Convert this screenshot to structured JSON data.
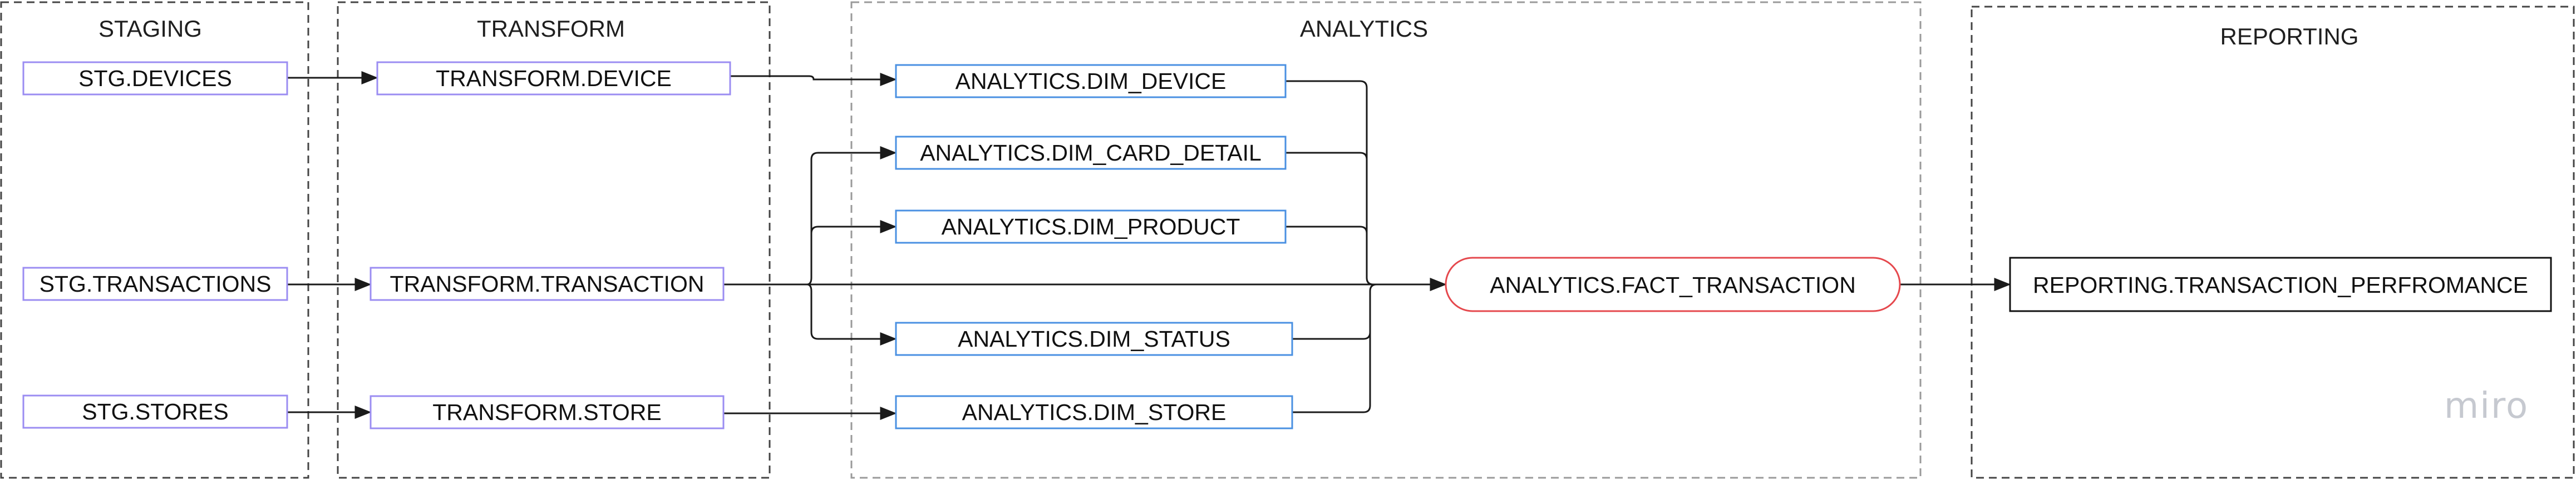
{
  "groups": [
    {
      "id": "staging",
      "title": "STAGING"
    },
    {
      "id": "transform",
      "title": "TRANSFORM"
    },
    {
      "id": "analytics",
      "title": "ANALYTICS"
    },
    {
      "id": "reporting",
      "title": "REPORTING"
    }
  ],
  "nodes": [
    {
      "id": "stg-devices",
      "label": "STG.DEVICES",
      "group": "staging"
    },
    {
      "id": "stg-transactions",
      "label": "STG.TRANSACTIONS",
      "group": "staging"
    },
    {
      "id": "stg-stores",
      "label": "STG.STORES",
      "group": "staging"
    },
    {
      "id": "transform-device",
      "label": "TRANSFORM.DEVICE",
      "group": "transform"
    },
    {
      "id": "transform-transaction",
      "label": "TRANSFORM.TRANSACTION",
      "group": "transform"
    },
    {
      "id": "transform-store",
      "label": "TRANSFORM.STORE",
      "group": "transform"
    },
    {
      "id": "dim-device",
      "label": "ANALYTICS.DIM_DEVICE",
      "group": "analytics"
    },
    {
      "id": "dim-card-detail",
      "label": "ANALYTICS.DIM_CARD_DETAIL",
      "group": "analytics"
    },
    {
      "id": "dim-product",
      "label": "ANALYTICS.DIM_PRODUCT",
      "group": "analytics"
    },
    {
      "id": "dim-status",
      "label": "ANALYTICS.DIM_STATUS",
      "group": "analytics"
    },
    {
      "id": "dim-store",
      "label": "ANALYTICS.DIM_STORE",
      "group": "analytics"
    },
    {
      "id": "fact-transaction",
      "label": "ANALYTICS.FACT_TRANSACTION",
      "group": "analytics"
    },
    {
      "id": "reporting-transaction-performance",
      "label": "REPORTING.TRANSACTION_PERFROMANCE",
      "group": "reporting"
    }
  ],
  "edges": [
    {
      "from": "stg-devices",
      "to": "transform-device"
    },
    {
      "from": "stg-transactions",
      "to": "transform-transaction"
    },
    {
      "from": "stg-stores",
      "to": "transform-store"
    },
    {
      "from": "transform-device",
      "to": "dim-device"
    },
    {
      "from": "transform-transaction",
      "to": "dim-card-detail"
    },
    {
      "from": "transform-transaction",
      "to": "dim-product"
    },
    {
      "from": "transform-transaction",
      "to": "dim-status"
    },
    {
      "from": "transform-transaction",
      "to": "fact-transaction"
    },
    {
      "from": "transform-store",
      "to": "dim-store"
    },
    {
      "from": "dim-device",
      "to": "fact-transaction"
    },
    {
      "from": "dim-card-detail",
      "to": "fact-transaction"
    },
    {
      "from": "dim-product",
      "to": "fact-transaction"
    },
    {
      "from": "dim-status",
      "to": "fact-transaction"
    },
    {
      "from": "dim-store",
      "to": "fact-transaction"
    },
    {
      "from": "fact-transaction",
      "to": "reporting-transaction-performance"
    }
  ],
  "watermark": "miro",
  "colors": {
    "staging_node_border": "#9b8df2",
    "transform_node_border": "#9b8df2",
    "dimension_node_border": "#4a90e2",
    "fact_node_border": "#e5484d",
    "reporting_node_border": "#111111",
    "group_border": "#444444",
    "analytics_group_border": "#9a9a9a",
    "edge": "#1a1a1a"
  }
}
